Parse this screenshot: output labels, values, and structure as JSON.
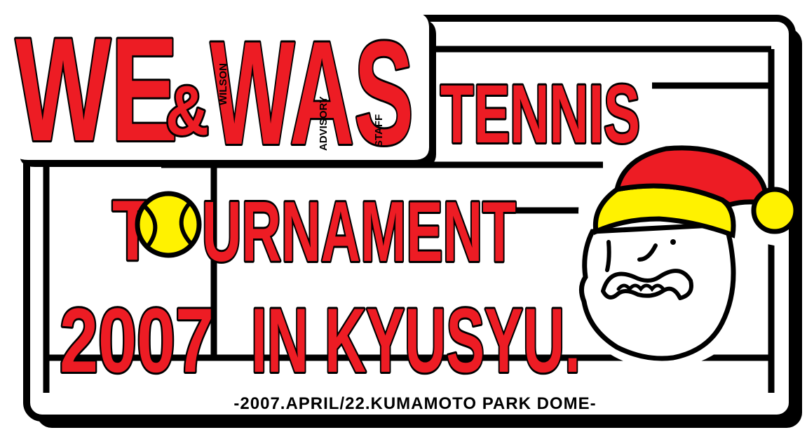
{
  "title": {
    "we": "WE",
    "amp": "&",
    "was": "WAS",
    "wilson": "WILSON",
    "advisory": "ADVISORY",
    "staff": "STAFF",
    "tennis": "TENNIS",
    "tournament_t": "T",
    "tournament_rest": "URNAMENT",
    "year": "2007",
    "place": "IN KYUSYU."
  },
  "subtitle": "-2007.APRIL/22.KUMAMOTO PARK DOME-",
  "colors": {
    "red": "#ed1c24",
    "yellow": "#fff200",
    "black": "#000000",
    "white": "#ffffff"
  },
  "icons": [
    "tennis-ball-icon",
    "santa-face-icon"
  ]
}
